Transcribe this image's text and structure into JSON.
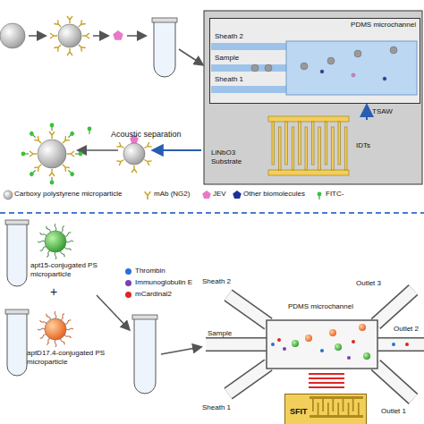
{
  "diagram": {
    "nodes": [
      {
        "text": [
          "PDMS microchannel"
        ]
      },
      {
        "text": [
          "SFIT"
        ]
      }
    ],
    "labels": [
      "Sheath 2",
      "Sample",
      "Sheath 1",
      "TSAW",
      "IDTs",
      "LiNbO3 Substrate",
      "Acoustic separation",
      "apt15-conjugated PS microparticle",
      "+",
      "aptD17.4-conjugated PS microparticle",
      "Sheath 2",
      "Sample",
      "PDMS microchannel",
      "Outlet 3",
      "Outlet 2",
      "Outlet 1",
      "Sheath 1"
    ],
    "legend": [
      {
        "text": "Carboxy polystyrene microparticle"
      },
      {
        "text": "mAb (NG2)"
      },
      {
        "text": "JEV"
      },
      {
        "text": "Other biomolecules"
      },
      {
        "text": "FITC-"
      },
      {
        "text": "Thrombin",
        "color": "#2a6fd6"
      },
      {
        "text": "Immunoglobulin E",
        "color": "#7b3fb0"
      },
      {
        "text": "mCardinal2",
        "color": "#e02424"
      }
    ]
  }
}
